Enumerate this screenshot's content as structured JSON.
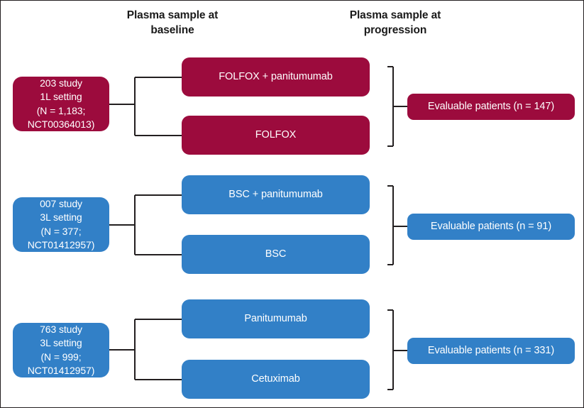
{
  "figure": {
    "border_color": "#231f20",
    "background": "#ffffff"
  },
  "palette": {
    "maroon": "#9c0b3d",
    "blue": "#3280c7",
    "line": "#231f20",
    "header_text": "#1a1a1a",
    "node_text": "#ffffff"
  },
  "headers": {
    "baseline": "Plasma sample at baseline",
    "baseline_line1": "Plasma sample at",
    "baseline_line2": "baseline",
    "progression": "Plasma sample at progression",
    "progression_line1": "Plasma sample at",
    "progression_line2": "progression"
  },
  "rows": [
    {
      "id": "row-203",
      "color": "#9c0b3d",
      "study": {
        "line1": "203 study",
        "line2": "1L setting",
        "line3": "(N = 1,183;",
        "line4": "NCT00364013)"
      },
      "treatments": [
        {
          "label": "FOLFOX + panitumumab"
        },
        {
          "label": "FOLFOX"
        }
      ],
      "outcome": {
        "label": "Evaluable patients  (n = 147)"
      }
    },
    {
      "id": "row-007",
      "color": "#3280c7",
      "study": {
        "line1": "007 study",
        "line2": "3L setting",
        "line3": "(N = 377;",
        "line4": "NCT01412957)"
      },
      "treatments": [
        {
          "label": "BSC + panitumumab"
        },
        {
          "label": "BSC"
        }
      ],
      "outcome": {
        "label": "Evaluable patients  (n = 91)"
      }
    },
    {
      "id": "row-763",
      "color": "#3280c7",
      "study": {
        "line1": "763 study",
        "line2": "3L setting",
        "line3": "(N = 999;",
        "line4": "NCT01412957)"
      },
      "treatments": [
        {
          "label": "Panitumumab"
        },
        {
          "label": "Cetuximab"
        }
      ],
      "outcome": {
        "label": "Evaluable patients  (n = 331)"
      }
    }
  ]
}
